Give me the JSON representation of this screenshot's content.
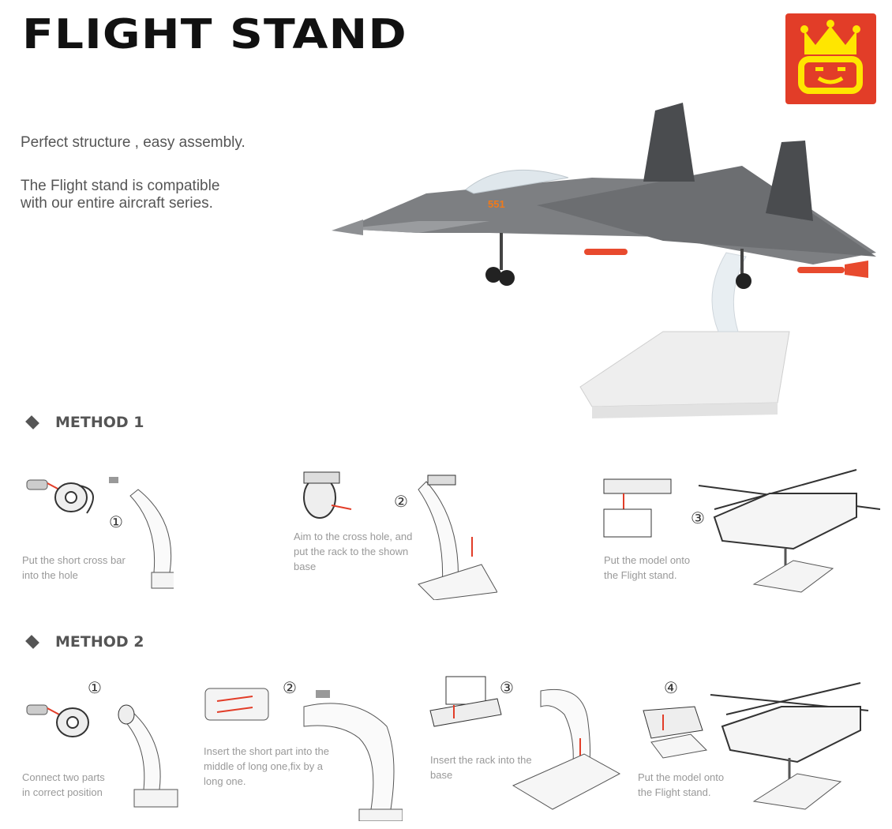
{
  "header": {
    "title": "FLIGHT STAND",
    "brand_colors": {
      "logo_bg": "#e23d28",
      "logo_fg": "#ffe600"
    }
  },
  "intro": {
    "line1": "Perfect structure , easy assembly.",
    "line2a": "The Flight stand is compatible",
    "line2b": "with our entire aircraft series."
  },
  "jet": {
    "tail_number": "551"
  },
  "method1": {
    "heading": "METHOD  1",
    "steps": [
      {
        "num": "①",
        "text_lines": [
          "Put the short cross bar",
          "into the hole"
        ]
      },
      {
        "num": "②",
        "text_lines": [
          "Aim to the cross hole, and",
          "put the rack to the shown",
          "base"
        ]
      },
      {
        "num": "③",
        "text_lines": [
          "Put the model onto",
          "the Flight stand."
        ]
      }
    ]
  },
  "method2": {
    "heading": "METHOD  2",
    "steps": [
      {
        "num": "①",
        "text_lines": [
          "Connect two parts",
          "in correct position"
        ]
      },
      {
        "num": "②",
        "text_lines": [
          "Insert the short part into the",
          "middle of long one,fix by a",
          "long one."
        ]
      },
      {
        "num": "③",
        "text_lines": [
          "Insert the rack  into the",
          "base"
        ]
      },
      {
        "num": "④",
        "text_lines": [
          "Put the model onto",
          "the Flight stand."
        ]
      }
    ]
  }
}
